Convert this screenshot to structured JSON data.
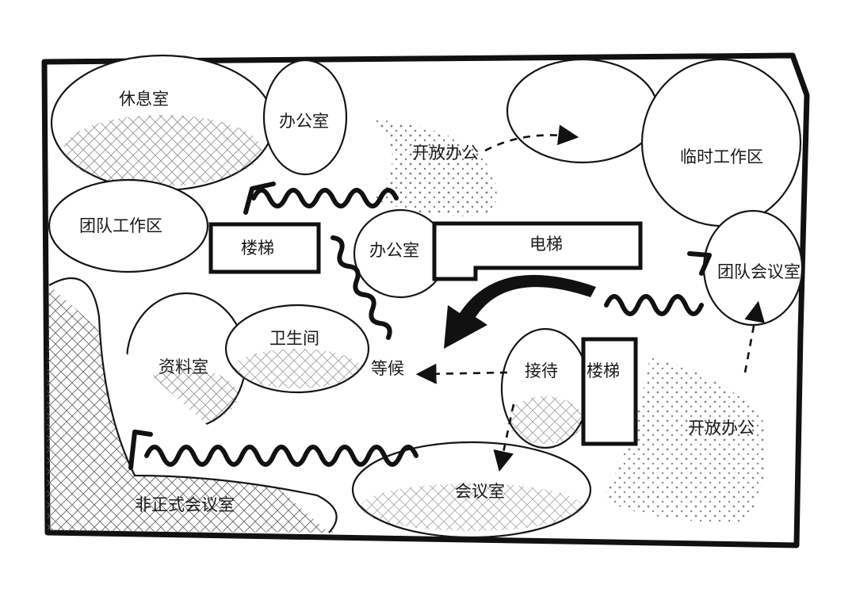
{
  "labels": {
    "lounge": "休息室",
    "office_top": "办公室",
    "open_office_top": "开放办公",
    "temp_work_area": "临时工作区",
    "team_work_area": "团队工作区",
    "stairs_left": "楼梯",
    "office_center": "办公室",
    "elevator": "电梯",
    "team_meeting_room": "团队会议室",
    "restroom": "卫生间",
    "archive_room": "资料室",
    "waiting": "等候",
    "reception": "接待",
    "stairs_right": "楼梯",
    "open_office_right": "开放办公",
    "meeting_room": "会议室",
    "informal_meeting_room": "非正式会议室"
  },
  "colors": {
    "ink": "#111111",
    "paper": "#ffffff"
  }
}
